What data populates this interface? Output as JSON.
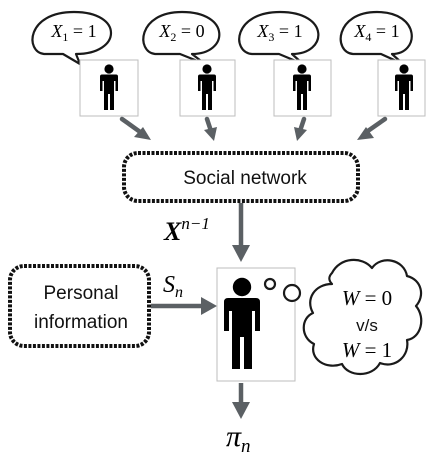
{
  "colors": {
    "arrow": "#5b6064",
    "outline": "#1a1a1a",
    "frame": "#bdbdbd",
    "person": "#000000"
  },
  "agents": [
    {
      "var_letter": "X",
      "var_sub": "1",
      "rel": " = 1"
    },
    {
      "var_letter": "X",
      "var_sub": "2",
      "rel": " = 0"
    },
    {
      "var_letter": "X",
      "var_sub": "3",
      "rel": " = 1"
    },
    {
      "var_letter": "X",
      "var_sub": "4",
      "rel": " = 1"
    }
  ],
  "social_network_label": "Social network",
  "history_symbol": {
    "letter": "X",
    "superscript": "n−1"
  },
  "personal_information_lines": [
    "Personal",
    "information"
  ],
  "signal_symbol": {
    "letter": "S",
    "sub": "n"
  },
  "thought_cloud": {
    "line1": {
      "letter": "W",
      "rel": " = 0"
    },
    "middle": "v/s",
    "line2": {
      "letter": "W",
      "rel": " = 1"
    }
  },
  "output_symbol": {
    "letter": "π",
    "sub": "n"
  },
  "icons": [
    "person-icon",
    "speech-bubble-icon",
    "thought-cloud-icon",
    "arrow-icon"
  ]
}
